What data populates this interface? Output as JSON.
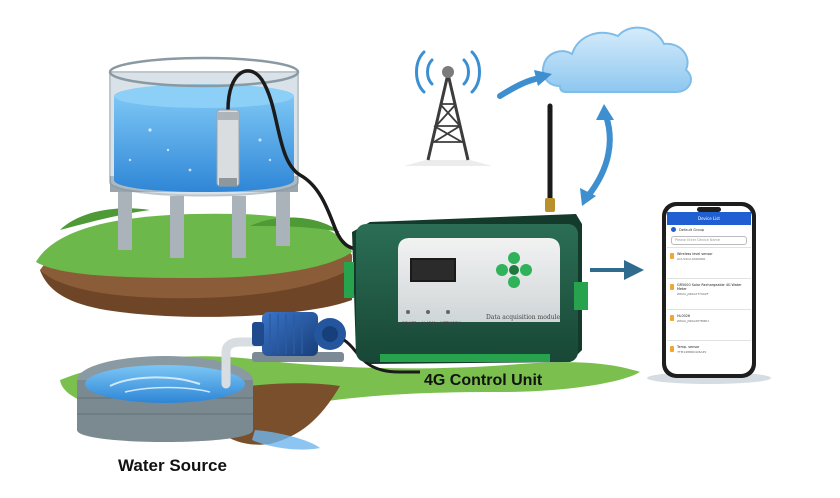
{
  "labels": {
    "water_source": "Water Source",
    "control_unit": "4G Control Unit"
  },
  "device": {
    "panel_label": "Data acquisition module",
    "buttons": [
      "POWER",
      "ALARM",
      "NETWORK"
    ]
  },
  "phone": {
    "header": "Device List",
    "group": "Default Group",
    "search_placeholder": "Please Enter Device Name",
    "items": [
      {
        "name": "Wireless level sensor",
        "detail": "Ant-5412-0000000"
      },
      {
        "name": "GR5000 Solar Rechargeable 4G Water Meter",
        "detail": "ZW2A_JW0A2T7002F"
      },
      {
        "name": "HL0026",
        "detail": "ZW2A_JW0A2P7M6P1"
      },
      {
        "name": "Temp. sensor",
        "detail": "7TM1488R0426AP1"
      }
    ]
  },
  "colors": {
    "device_body": "#1f5a45",
    "water": "#4aa3e6",
    "cloud": "#9fd0f3",
    "arrow": "#2f6a8f",
    "grass": "#6cb84a"
  },
  "icons": [
    "cell-tower-icon",
    "cloud-icon",
    "smartphone-icon"
  ]
}
